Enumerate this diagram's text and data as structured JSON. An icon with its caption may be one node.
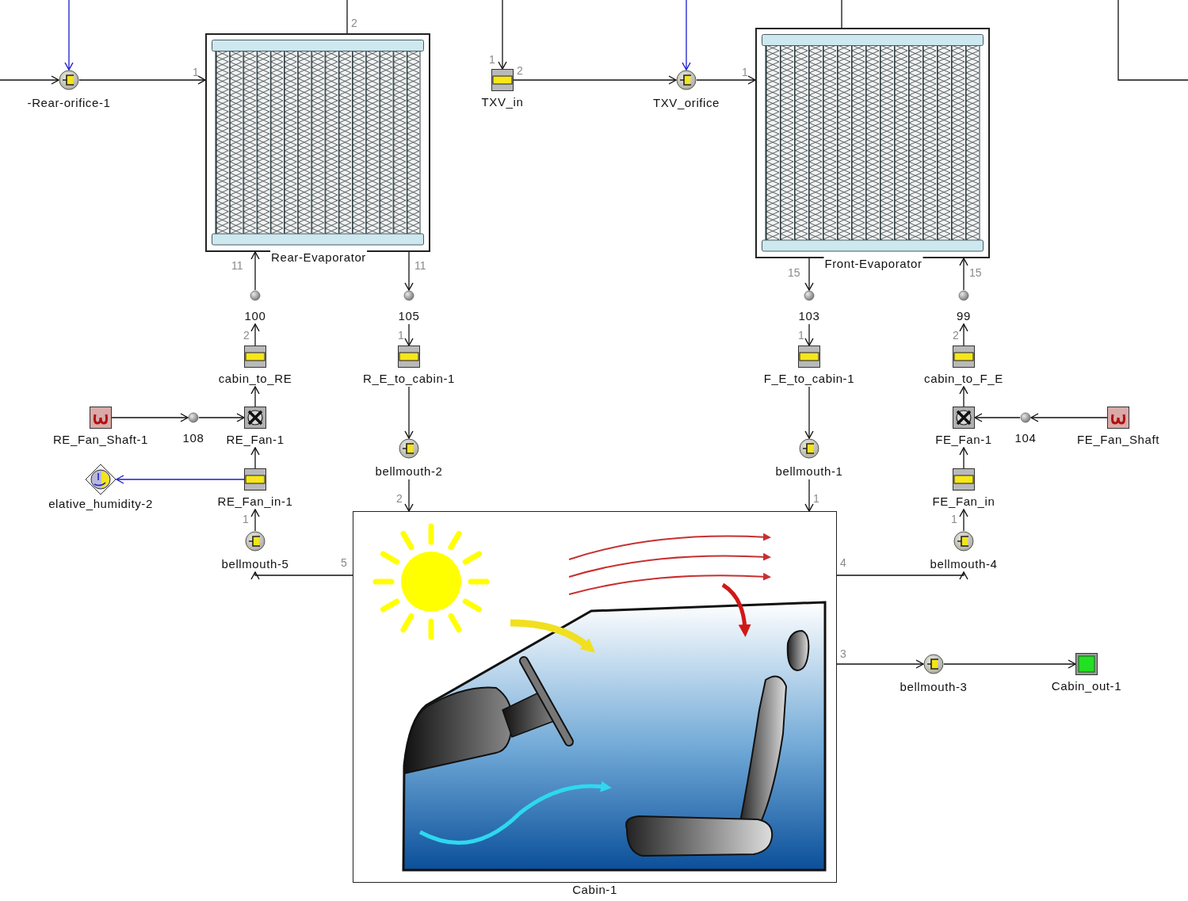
{
  "diagram": {
    "nodes": [
      {
        "text": [
          "-Rear-orifice-1"
        ]
      },
      {
        "text": [
          "Rear-Evaporator"
        ]
      },
      {
        "text": [
          "TXV_in"
        ]
      },
      {
        "text": [
          "TXV_orifice"
        ]
      },
      {
        "text": [
          "Front-Evaporator"
        ]
      },
      {
        "text": [
          "100"
        ]
      },
      {
        "text": [
          "105"
        ]
      },
      {
        "text": [
          "103"
        ]
      },
      {
        "text": [
          "99"
        ]
      },
      {
        "text": [
          "cabin_to_RE"
        ]
      },
      {
        "text": [
          "R_E_to_cabin-1"
        ]
      },
      {
        "text": [
          "F_E_to_cabin-1"
        ]
      },
      {
        "text": [
          "cabin_to_F_E"
        ]
      },
      {
        "text": [
          "RE_Fan_Shaft-1"
        ]
      },
      {
        "text": [
          "108"
        ]
      },
      {
        "text": [
          "RE_Fan-1"
        ]
      },
      {
        "text": [
          "FE_Fan-1"
        ]
      },
      {
        "text": [
          "104"
        ]
      },
      {
        "text": [
          "FE_Fan_Shaft"
        ]
      },
      {
        "text": [
          "elative_humidity-2"
        ]
      },
      {
        "text": [
          "RE_Fan_in-1"
        ]
      },
      {
        "text": [
          "FE_Fan_in"
        ]
      },
      {
        "text": [
          "bellmouth-2"
        ]
      },
      {
        "text": [
          "bellmouth-1"
        ]
      },
      {
        "text": [
          "bellmouth-5"
        ]
      },
      {
        "text": [
          "bellmouth-4"
        ]
      },
      {
        "text": [
          "Cabin-1"
        ]
      },
      {
        "text": [
          "bellmouth-3"
        ]
      },
      {
        "text": [
          "Cabin_out-1"
        ]
      }
    ],
    "edges": [
      {
        "from": null,
        "to": 0,
        "arrow": "to"
      },
      {
        "from": null,
        "to": 0,
        "arrow": "to",
        "color": "#1a1acc"
      },
      {
        "from": 0,
        "to": 1,
        "arrow": "to"
      },
      {
        "from": null,
        "to": 2,
        "arrow": "to"
      },
      {
        "from": 2,
        "to": 3,
        "arrow": "to"
      },
      {
        "from": null,
        "to": 3,
        "arrow": "to",
        "color": "#1a1acc"
      },
      {
        "from": 3,
        "to": 4,
        "arrow": "to"
      },
      {
        "from": 1,
        "to": null,
        "arrow": "none"
      },
      {
        "from": null,
        "to": 4,
        "arrow": "none"
      },
      {
        "from": 9,
        "to": 5,
        "arrow": "to"
      },
      {
        "from": 5,
        "to": 1,
        "arrow": "to"
      },
      {
        "from": 1,
        "to": 6,
        "arrow": "to"
      },
      {
        "from": 6,
        "to": 10,
        "arrow": "to"
      },
      {
        "from": 10,
        "to": 22,
        "arrow": "to"
      },
      {
        "from": 22,
        "to": 26,
        "arrow": "to"
      },
      {
        "from": 13,
        "to": 14,
        "arrow": "to"
      },
      {
        "from": 14,
        "to": 15,
        "arrow": "to"
      },
      {
        "from": 15,
        "to": 9,
        "arrow": "to"
      },
      {
        "from": 20,
        "to": 15,
        "arrow": "to"
      },
      {
        "from": 24,
        "to": 20,
        "arrow": "to"
      },
      {
        "from": 26,
        "to": 24,
        "arrow": "to"
      },
      {
        "from": 20,
        "to": 19,
        "arrow": "to",
        "color": "#1a1acc"
      },
      {
        "from": 4,
        "to": 7,
        "arrow": "to"
      },
      {
        "from": 7,
        "to": 11,
        "arrow": "to"
      },
      {
        "from": 11,
        "to": 23,
        "arrow": "to"
      },
      {
        "from": 23,
        "to": 26,
        "arrow": "to"
      },
      {
        "from": 26,
        "to": 25,
        "arrow": "to"
      },
      {
        "from": 25,
        "to": 21,
        "arrow": "to"
      },
      {
        "from": 21,
        "to": 16,
        "arrow": "to"
      },
      {
        "from": 16,
        "to": 12,
        "arrow": "to"
      },
      {
        "from": 12,
        "to": 8,
        "arrow": "to"
      },
      {
        "from": 8,
        "to": 4,
        "arrow": "to"
      },
      {
        "from": 18,
        "to": 17,
        "arrow": "to"
      },
      {
        "from": 17,
        "to": 16,
        "arrow": "to"
      },
      {
        "from": 26,
        "to": 27,
        "arrow": "to"
      },
      {
        "from": 27,
        "to": 28,
        "arrow": "to"
      }
    ],
    "labels": [
      "2",
      "1",
      "1",
      "2",
      "1",
      "11",
      "11",
      "15",
      "15",
      "2",
      "1",
      "1",
      "2",
      "2",
      "1",
      "5",
      "4",
      "3",
      "1",
      "1"
    ]
  }
}
